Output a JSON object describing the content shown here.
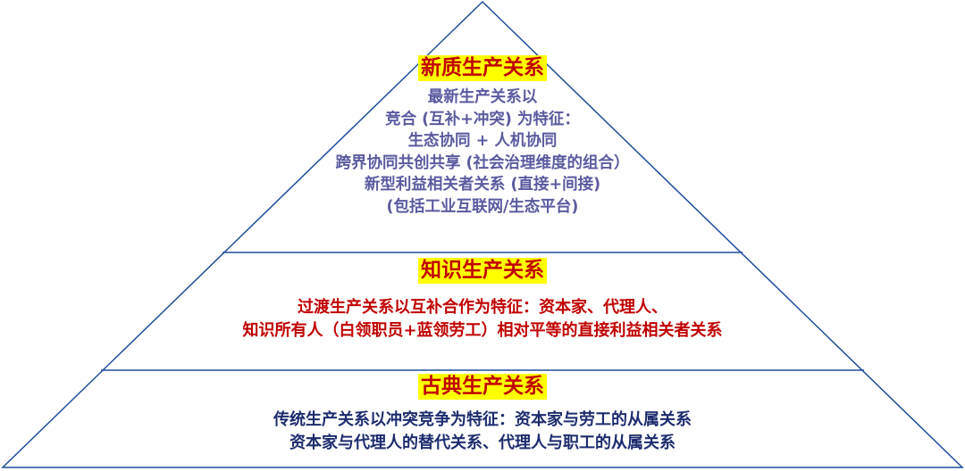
{
  "tiers": [
    {
      "title": "新质生产关系",
      "lines": [
        "最新生产关系以",
        "竞合 (互补+冲突) 为特征：",
        "生态协同 + 人机协同",
        "跨界协同共创共享 (社会治理维度的组合）",
        "新型利益相关者关系 (直接+间接)",
        "(包括工业互联网/生态平台)"
      ]
    },
    {
      "title": "知识生产关系",
      "lines": [
        "过渡生产关系以互补合作为特征：资本家、代理人、",
        "知识所有人（白领职员+蓝领劳工）相对平等的直接利益相关者关系"
      ]
    },
    {
      "title": "古典生产关系",
      "lines": [
        "传统生产关系以冲突竞争为特征：资本家与劳工的从属关系",
        "资本家与代理人的替代关系、代理人与职工的从属关系"
      ]
    }
  ],
  "colors": {
    "outline": "#1f4e9a",
    "title_highlight": "#ffff00",
    "title_text": "#c00000",
    "tier1_text": "#5a5aa0",
    "tier2_text": "#c00000",
    "tier3_text": "#1c2c6e"
  }
}
